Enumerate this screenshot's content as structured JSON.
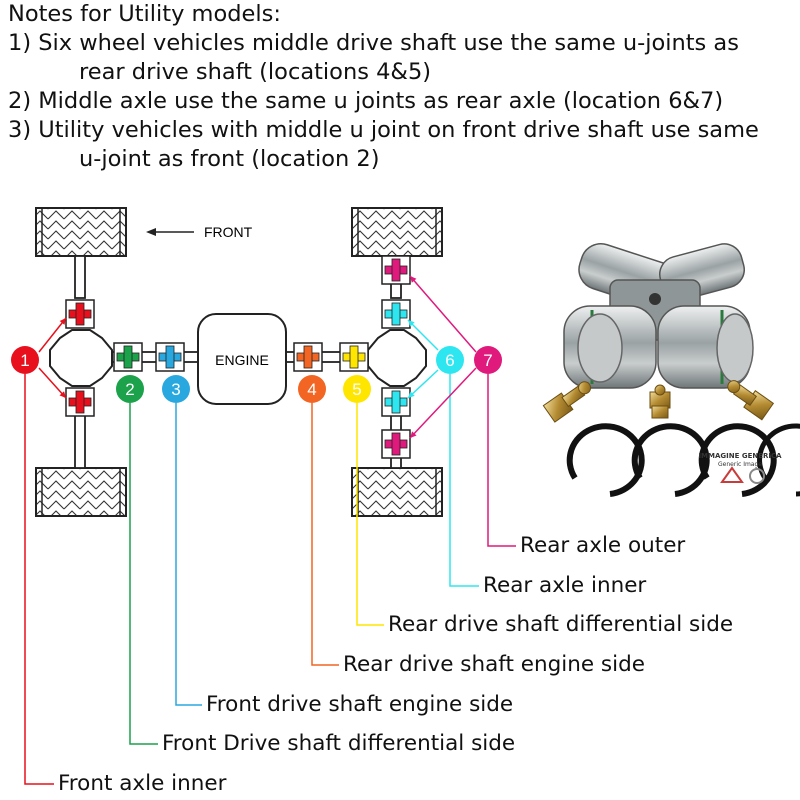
{
  "notes": {
    "heading": "Notes for Utility models:",
    "items": [
      {
        "line1": "1) Six wheel vehicles middle drive shaft use the same u-joints as",
        "line2": "rear drive shaft (locations 4&5)"
      },
      {
        "line1": "2) Middle axle use the same u joints as rear axle (location 6&7)"
      },
      {
        "line1": "3) Utility vehicles with middle u joint on front drive shaft use same",
        "line2": "u-joint as front (location 2)"
      }
    ]
  },
  "diagram": {
    "front_label": "FRONT",
    "engine_label": "ENGINE",
    "locations": [
      {
        "num": "1",
        "color": "#e8101c",
        "name": "Front axle inner"
      },
      {
        "num": "2",
        "color": "#1ba24b",
        "name": "Front Drive shaft differential side"
      },
      {
        "num": "3",
        "color": "#29a8e0",
        "name": "Front drive shaft engine side"
      },
      {
        "num": "4",
        "color": "#f26522",
        "name": "Rear drive shaft engine side"
      },
      {
        "num": "5",
        "color": "#ffe600",
        "name": "Rear drive shaft differential side"
      },
      {
        "num": "6",
        "color": "#2ee6f0",
        "name": "Rear axle inner"
      },
      {
        "num": "7",
        "color": "#e0197d",
        "name": "Rear axle outer"
      }
    ]
  },
  "watermark": {
    "line1": "IMMAGINE GENERICA",
    "line2": "Generic Image"
  }
}
